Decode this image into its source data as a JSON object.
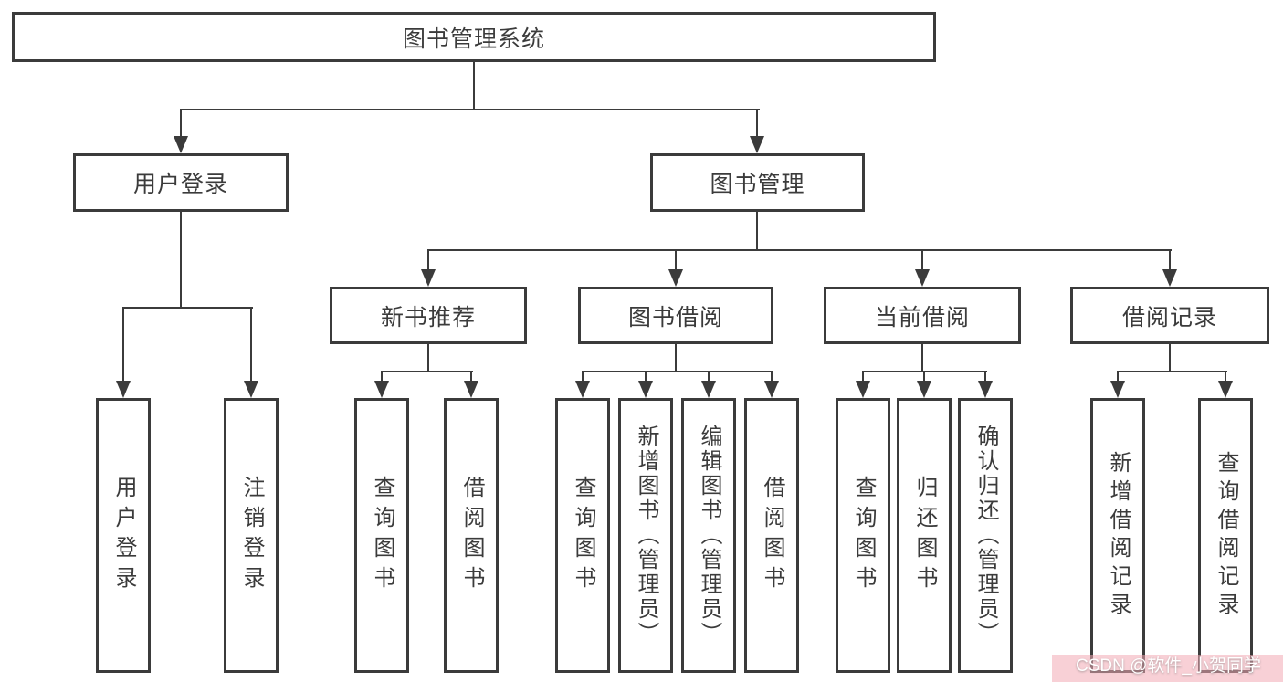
{
  "colors": {
    "line": "#3b3b3b",
    "text": "#3b3b3b",
    "background": "#ffffff",
    "box_fill": "#ffffff",
    "watermark_band": "#f3aab4",
    "watermark_text": "#ffffff"
  },
  "tree": {
    "root": "图书管理系统",
    "level2": [
      "用户登录",
      "图书管理"
    ],
    "level3": [
      "新书推荐",
      "图书借阅",
      "当前借阅",
      "借阅记录"
    ],
    "leaves": {
      "login": [
        "用户登录",
        "注销登录"
      ],
      "recommend": [
        "查询图书",
        "借阅图书"
      ],
      "borrow": [
        "查询图书",
        "新增图书（管理员）",
        "编辑图书（管理员）",
        "借阅图书"
      ],
      "current": [
        "查询图书",
        "归还图书",
        "确认归还（管理员）"
      ],
      "records": [
        "新增借阅记录",
        "查询借阅记录"
      ]
    }
  },
  "watermark": {
    "text": "CSDN @软件_小贺同学"
  }
}
